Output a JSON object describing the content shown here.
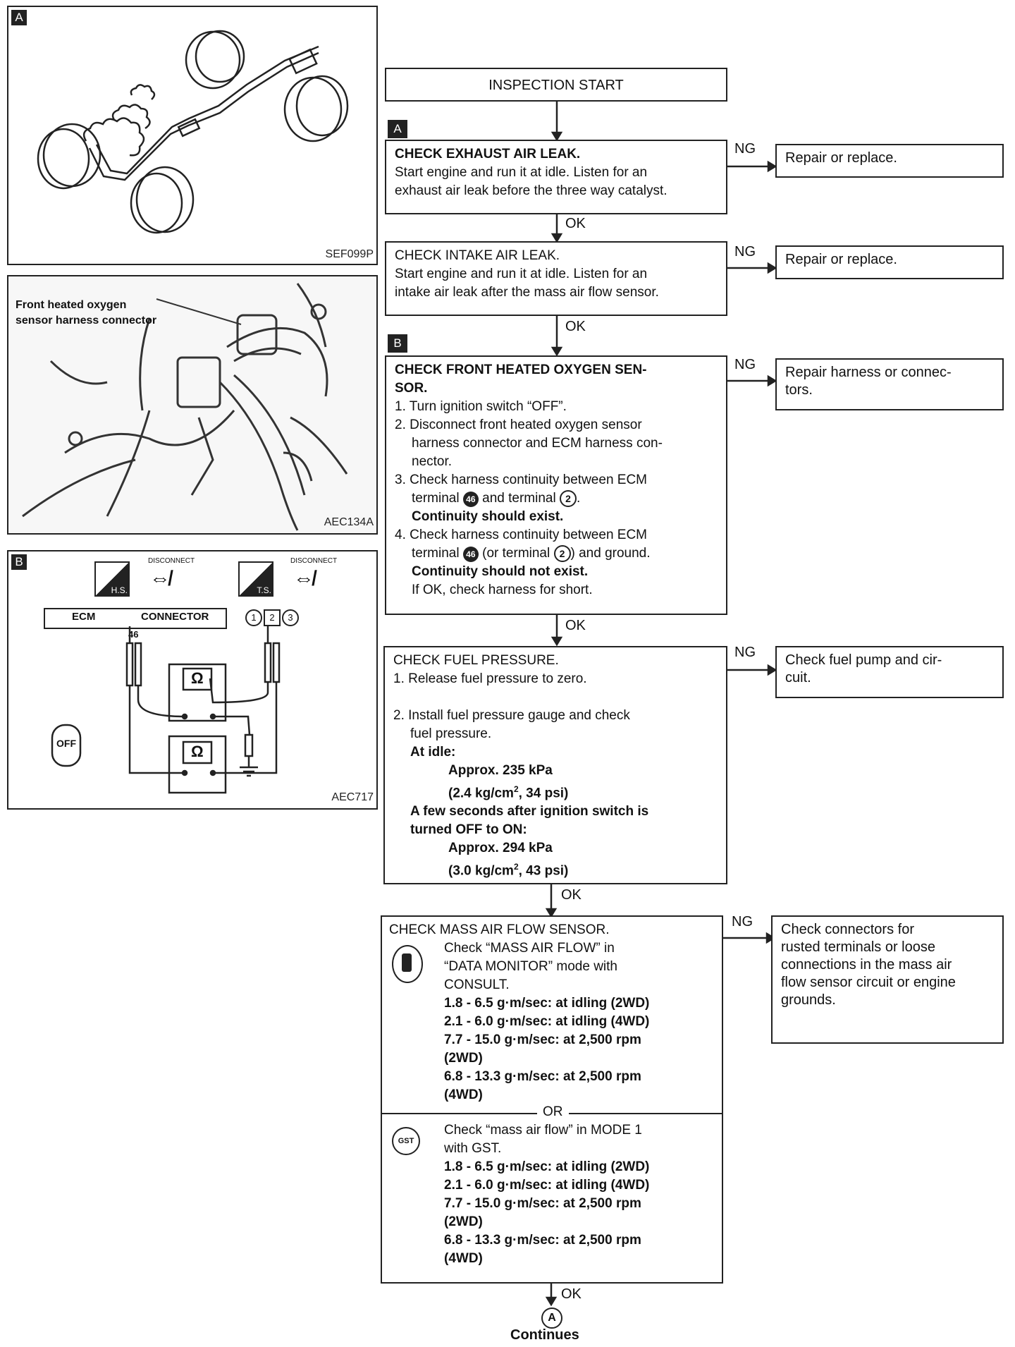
{
  "figures": {
    "a": {
      "tag": "A",
      "code": "SEF099P"
    },
    "photo": {
      "label_line1": "Front heated oxygen",
      "label_line2": "sensor harness connector",
      "code": "AEC134A"
    },
    "b": {
      "tag": "B",
      "code": "AEC717",
      "disconnect": "DISCONNECT",
      "hs": "H.S.",
      "ts": "T.S.",
      "ecm": "ECM",
      "connector": "CONNECTOR",
      "pins": [
        "1",
        "2",
        "3"
      ],
      "terminal": "46",
      "ohm": "Ω",
      "off": "OFF"
    }
  },
  "flow": {
    "start": "INSPECTION START",
    "tag_a": "A",
    "tag_b": "B",
    "ok": "OK",
    "ng": "NG",
    "step1": {
      "title": "CHECK EXHAUST AIR LEAK.",
      "body": [
        "Start engine and run it at idle. Listen for an",
        "exhaust air leak before the three way catalyst."
      ],
      "result": "Repair or replace."
    },
    "step2": {
      "title": "CHECK INTAKE AIR LEAK.",
      "body": [
        "Start engine and run it at idle. Listen for an",
        "intake air leak after the mass air flow sensor."
      ],
      "result": "Repair or replace."
    },
    "step3": {
      "title1": "CHECK FRONT HEATED OXYGEN SEN-",
      "title2": "SOR.",
      "s1": "1. Turn ignition switch “OFF”.",
      "s2a": "2. Disconnect front heated oxygen sensor",
      "s2b": "harness connector and ECM harness con-",
      "s2c": "nector.",
      "s3a": "3. Check harness continuity between ECM",
      "s3b_pre": "terminal",
      "s3b_t1": "46",
      "s3b_mid": "and terminal",
      "s3b_t2": "2",
      "s3b_end": ".",
      "s3c": "Continuity should exist.",
      "s4a": "4. Check harness continuity between ECM",
      "s4b_pre": "terminal",
      "s4b_t1": "46",
      "s4b_mid": "(or terminal",
      "s4b_t2": "2",
      "s4b_end": ") and ground.",
      "s4c": "Continuity should not exist.",
      "s4d": "If OK, check harness for short.",
      "result1": "Repair harness or connec-",
      "result2": "tors."
    },
    "step4": {
      "title": "CHECK FUEL PRESSURE.",
      "s1": "1. Release fuel pressure to zero.",
      "s2a": "2. Install fuel pressure gauge and check",
      "s2b": "fuel pressure.",
      "idle": "At idle:",
      "v1": "Approx. 235 kPa",
      "v1b_pre": "(2.4 kg/cm",
      "v1b_sup": "2",
      "v1b_post": ", 34 psi)",
      "after1": "A few seconds after ignition switch is",
      "after2": "turned OFF to ON:",
      "v2": "Approx. 294 kPa",
      "v2b_pre": "(3.0 kg/cm",
      "v2b_sup": "2",
      "v2b_post": ", 43 psi)",
      "result1": "Check fuel pump and cir-",
      "result2": "cuit."
    },
    "step5": {
      "title": "CHECK MASS AIR FLOW SENSOR.",
      "c1": "Check “MASS AIR FLOW” in",
      "c2": "“DATA MONITOR” mode with",
      "c3": "CONSULT.",
      "vals": [
        "1.8 - 6.5 g·m/sec: at idling (2WD)",
        "2.1 - 6.0 g·m/sec: at idling (4WD)",
        "7.7 - 15.0 g·m/sec: at 2,500 rpm",
        "(2WD)",
        "6.8 - 13.3 g·m/sec: at 2,500 rpm",
        "(4WD)"
      ],
      "or": "OR",
      "g1": "Check “mass air flow” in MODE 1",
      "g2": "with GST.",
      "gst": "GST",
      "result": [
        "Check connectors for",
        "rusted terminals or loose",
        "connections in the mass air",
        "flow sensor circuit or engine",
        "grounds."
      ]
    },
    "continue_mark": "A",
    "continues": "Continues"
  }
}
